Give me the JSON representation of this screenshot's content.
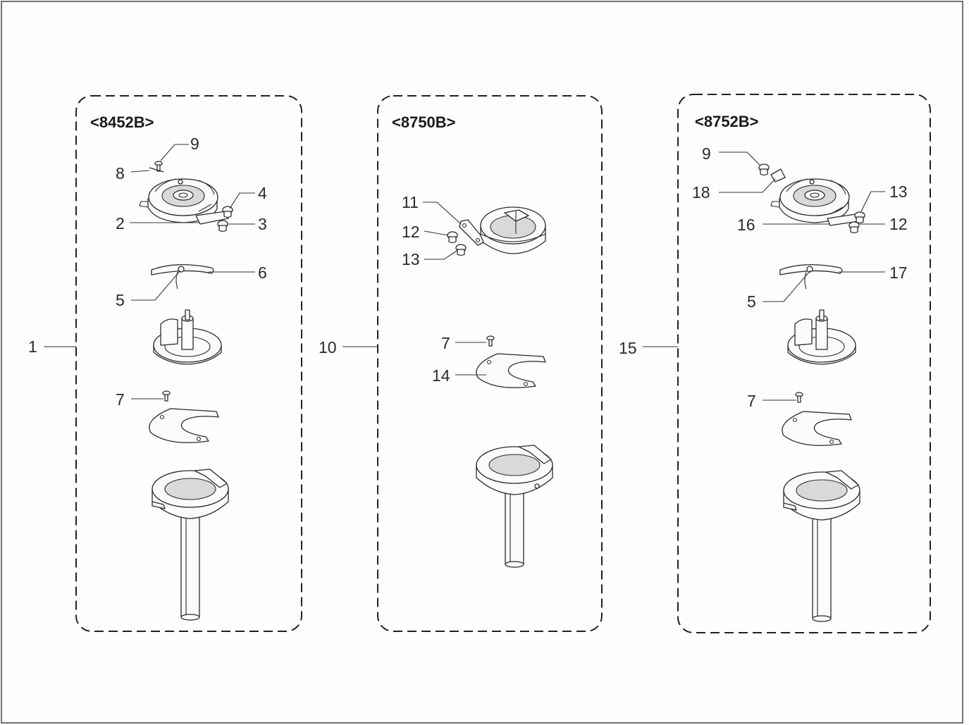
{
  "panels": [
    {
      "model": "<8452B>",
      "assembly_no": "1",
      "callouts": [
        "9",
        "8",
        "4",
        "2",
        "3",
        "6",
        "5",
        "7"
      ]
    },
    {
      "model": "<8750B>",
      "assembly_no": "10",
      "callouts": [
        "11",
        "12",
        "13",
        "7",
        "14"
      ]
    },
    {
      "model": "<8752B>",
      "assembly_no": "15",
      "callouts": [
        "9",
        "18",
        "13",
        "16",
        "12",
        "17",
        "5",
        "7"
      ]
    }
  ]
}
